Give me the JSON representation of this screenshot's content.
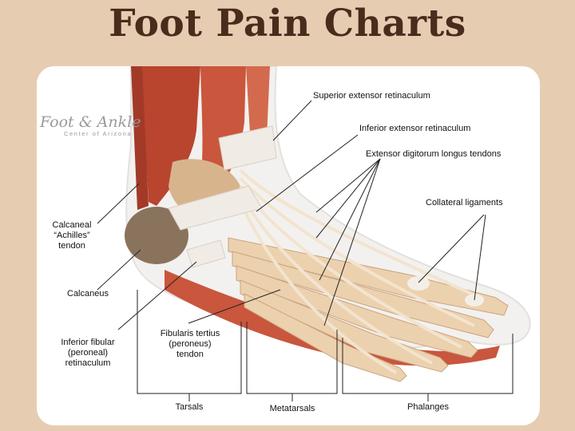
{
  "title": "Foot Pain Charts",
  "logo": {
    "name": "Foot & Ankle",
    "subtitle": "Center of Arizona"
  },
  "labels": {
    "superior_extensor_retinaculum": "Superior extensor retinaculum",
    "inferior_extensor_retinaculum": "Inferior extensor retinaculum",
    "extensor_digitorum_longus_tendons": "Extensor digitorum longus tendons",
    "collateral_ligaments": "Collateral ligaments",
    "achilles_line1": "Calcaneal",
    "achilles_line2": "“Achilles”",
    "achilles_line3": "tendon",
    "calcaneus": "Calcaneus",
    "inferior_fibular_line1": "Inferior fibular",
    "inferior_fibular_line2": "(peroneal)",
    "inferior_fibular_line3": "retinaculum",
    "fibularis_line1": "Fibularis tertius",
    "fibularis_line2": "(peroneus)",
    "fibularis_line3": "tendon",
    "tarsals": "Tarsals",
    "metatarsals": "Metatarsals",
    "phalanges": "Phalanges"
  },
  "colors": {
    "background": "#e6cdb2",
    "title": "#4a2b1c",
    "muscle": "#c4553f",
    "bone": "#e9c9a4",
    "ligament": "#efe7de"
  }
}
